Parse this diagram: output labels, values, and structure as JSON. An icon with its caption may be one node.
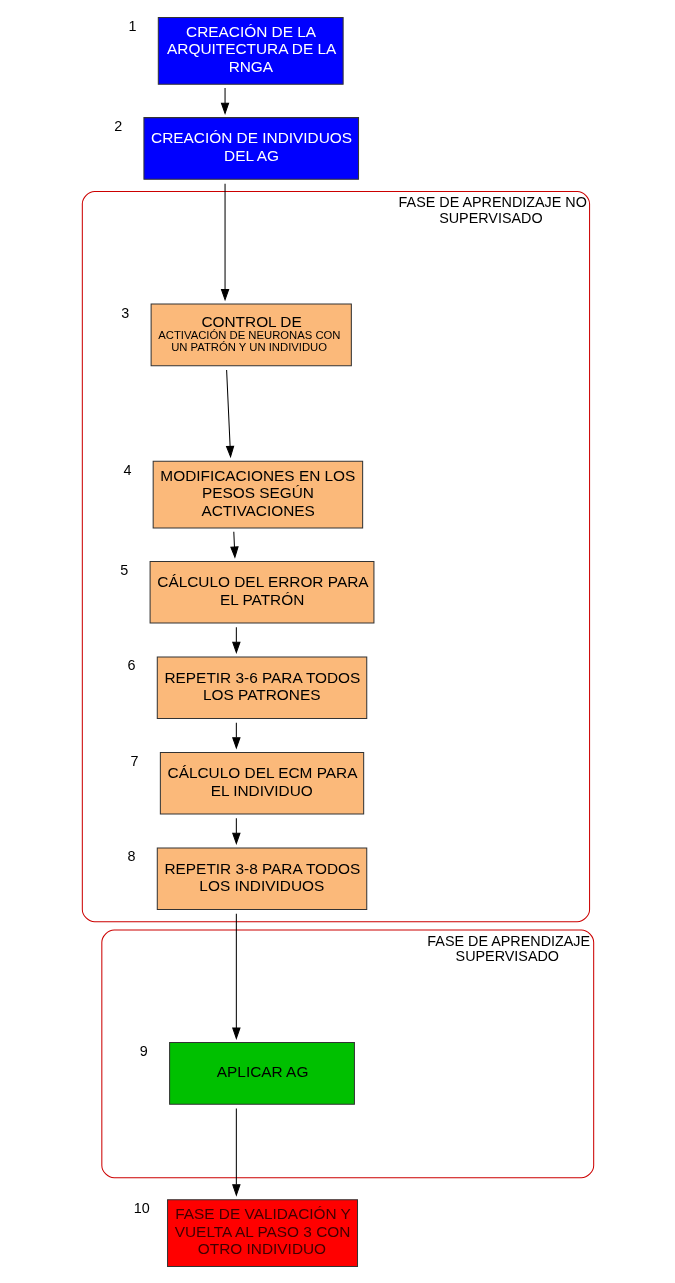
{
  "diagram": {
    "nodes": [
      {
        "text": [
          "CREACIÓN DE LA ARQUITECTURA DE LA RNGA"
        ],
        "beside": [
          "1"
        ]
      },
      {
        "text": [
          "CREACIÓN DE INDIVIDUOS DEL AG"
        ],
        "beside": [
          "2"
        ]
      },
      {
        "text": [
          "FASE DE APRENDIZAJE NO SUPERVISADO"
        ]
      },
      {
        "text": [
          "CONTROL DE",
          "ACTIVACIÓN DE NEURONAS CON UN PATRÓN Y UN INDIVIDUO"
        ],
        "beside": [
          "3"
        ],
        "in": 2
      },
      {
        "text": [
          "MODIFICACIONES EN LOS PESOS SEGÚN ACTIVACIONES"
        ],
        "beside": [
          "4"
        ],
        "in": 2
      },
      {
        "text": [
          "CÁLCULO DEL ERROR PARA EL PATRÓN"
        ],
        "beside": [
          "5"
        ],
        "in": 2
      },
      {
        "text": [
          "REPETIR 3-6 PARA TODOS LOS PATRONES"
        ],
        "beside": [
          "6"
        ],
        "in": 2
      },
      {
        "text": [
          "CÁLCULO DEL ECM PARA EL INDIVIDUO"
        ],
        "beside": [
          "7"
        ],
        "in": 2
      },
      {
        "text": [
          "REPETIR 3-8 PARA TODOS LOS INDIVIDUOS"
        ],
        "beside": [
          "8"
        ],
        "in": 2
      },
      {
        "text": [
          "FASE DE APRENDIZAJE SUPERVISADO"
        ]
      },
      {
        "text": [
          "APLICAR AG"
        ],
        "beside": [
          "9"
        ],
        "in": 9
      },
      {
        "text": [
          "FASE DE VALIDACIÓN Y VUELTA AL PASO 3 CON OTRO INDIVIDUO"
        ],
        "beside": [
          "10"
        ]
      }
    ],
    "edges": [
      {
        "from": 0,
        "to": 1,
        "arrow": "to"
      },
      {
        "from": 1,
        "to": 3,
        "arrow": "to"
      },
      {
        "from": 3,
        "to": 4,
        "arrow": "to"
      },
      {
        "from": 4,
        "to": 5,
        "arrow": "to"
      },
      {
        "from": 5,
        "to": 6,
        "arrow": "to"
      },
      {
        "from": 6,
        "to": 7,
        "arrow": "to"
      },
      {
        "from": 7,
        "to": 8,
        "arrow": "to"
      },
      {
        "from": 8,
        "to": 10,
        "arrow": "to"
      },
      {
        "from": 10,
        "to": 11,
        "arrow": "to"
      }
    ]
  }
}
